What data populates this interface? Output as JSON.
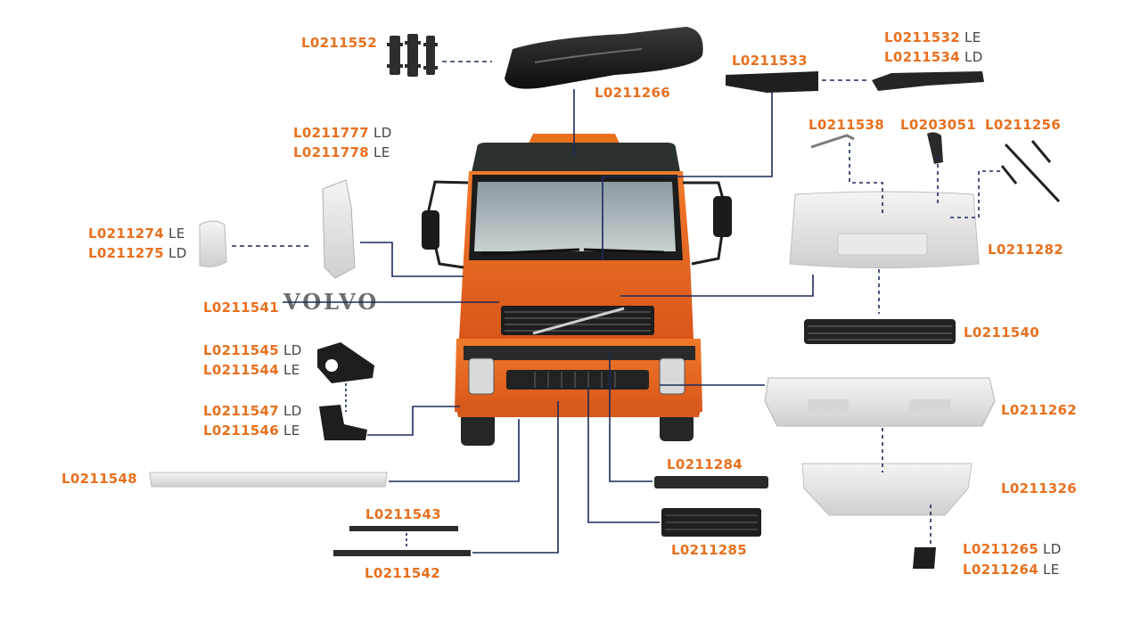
{
  "diagram": {
    "accent_color": "#e8701f",
    "suffix_color": "#444444",
    "line_color": "#1c2a5c",
    "truck_color": "#e0601a",
    "brand_text": "VOLVO",
    "labels": [
      {
        "id": "l552",
        "code": "L0211552",
        "suffix": ""
      },
      {
        "id": "l266",
        "code": "L0211266",
        "suffix": ""
      },
      {
        "id": "l533",
        "code": "L0211533",
        "suffix": ""
      },
      {
        "id": "l532",
        "code": "L0211532",
        "suffix": "LE"
      },
      {
        "id": "l534",
        "code": "L0211534",
        "suffix": "LD"
      },
      {
        "id": "l777",
        "code": "L0211777",
        "suffix": "LD"
      },
      {
        "id": "l778",
        "code": "L0211778",
        "suffix": "LE"
      },
      {
        "id": "l538",
        "code": "L0211538",
        "suffix": ""
      },
      {
        "id": "l3051",
        "code": "L0203051",
        "suffix": ""
      },
      {
        "id": "l256",
        "code": "L0211256",
        "suffix": ""
      },
      {
        "id": "l274",
        "code": "L0211274",
        "suffix": "LE"
      },
      {
        "id": "l275",
        "code": "L0211275",
        "suffix": "LD"
      },
      {
        "id": "l282",
        "code": "L0211282",
        "suffix": ""
      },
      {
        "id": "l541",
        "code": "L0211541",
        "suffix": ""
      },
      {
        "id": "l540",
        "code": "L0211540",
        "suffix": ""
      },
      {
        "id": "l545",
        "code": "L0211545",
        "suffix": "LD"
      },
      {
        "id": "l544",
        "code": "L0211544",
        "suffix": "LE"
      },
      {
        "id": "l547",
        "code": "L0211547",
        "suffix": "LD"
      },
      {
        "id": "l546",
        "code": "L0211546",
        "suffix": "LE"
      },
      {
        "id": "l262",
        "code": "L0211262",
        "suffix": ""
      },
      {
        "id": "l548",
        "code": "L0211548",
        "suffix": ""
      },
      {
        "id": "l284",
        "code": "L0211284",
        "suffix": ""
      },
      {
        "id": "l326",
        "code": "L0211326",
        "suffix": ""
      },
      {
        "id": "l543",
        "code": "L0211543",
        "suffix": ""
      },
      {
        "id": "l285",
        "code": "L0211285",
        "suffix": ""
      },
      {
        "id": "l265",
        "code": "L0211265",
        "suffix": "LD"
      },
      {
        "id": "l264",
        "code": "L0211264",
        "suffix": "LE"
      },
      {
        "id": "l542",
        "code": "L0211542",
        "suffix": ""
      }
    ]
  }
}
